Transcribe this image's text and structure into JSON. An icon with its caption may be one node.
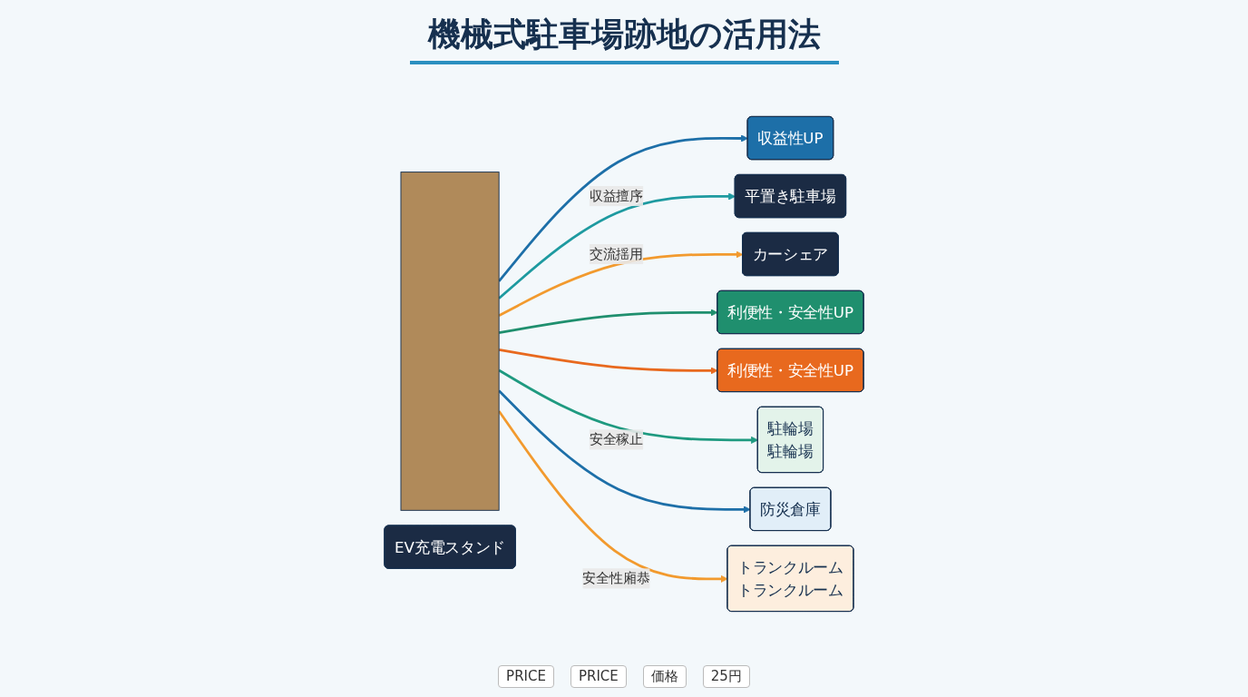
{
  "diagram": {
    "title": "機械式駐車場跡地の活用法",
    "nodes": [
      {
        "text": [],
        "shape": "box"
      },
      {
        "text": [
          "収益性UP"
        ]
      },
      {
        "text": [
          "平置き駐車場"
        ]
      },
      {
        "text": [
          "EV充電スタンド"
        ]
      },
      {
        "text": [
          "カーシェア"
        ]
      },
      {
        "text": [
          "利便性・安全性UP"
        ]
      },
      {
        "text": [
          "利便性・安全性UP"
        ]
      },
      {
        "text": [
          "駐輪場",
          "駐輪場"
        ]
      },
      {
        "text": [
          "防災倉庫"
        ]
      },
      {
        "text": [
          "トランクルーム",
          "トランクルーム"
        ]
      }
    ],
    "edges": [
      {
        "from": 0,
        "to": 1,
        "arrow": "to",
        "color": "#1d6fa8"
      },
      {
        "from": 0,
        "to": 2,
        "arrow": "to",
        "label": "収益擅序",
        "color": "#1e9aa0"
      },
      {
        "from": 0,
        "to": 4,
        "arrow": "to",
        "label": "交流揺用",
        "color": "#f29a2e"
      },
      {
        "from": 0,
        "to": 5,
        "arrow": "to",
        "color": "#1f8f6e"
      },
      {
        "from": 0,
        "to": 6,
        "arrow": "to",
        "color": "#e8691e"
      },
      {
        "from": 0,
        "to": 7,
        "arrow": "to",
        "label": "安全稼止",
        "color": "#1f9a80"
      },
      {
        "from": 0,
        "to": 8,
        "arrow": "to",
        "color": "#1d6fa8"
      },
      {
        "from": 0,
        "to": 9,
        "arrow": "to",
        "label": "安全性廂恭",
        "color": "#f29a2e"
      }
    ],
    "labels": [
      "PRICE",
      "PRICE",
      "価格",
      "25円"
    ]
  }
}
